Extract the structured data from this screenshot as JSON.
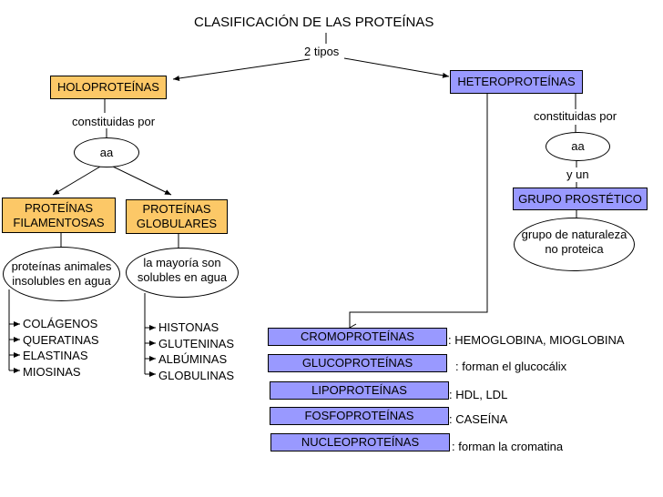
{
  "title": "CLASIFICACIÓN DE LAS PROTEÍNAS",
  "split_label": "2 tipos",
  "colors": {
    "holo": "#fcc867",
    "hetero": "#9999ff"
  },
  "holoproteinas": {
    "label": "HOLOPROTEÍNAS",
    "link_label": "constituidas por",
    "component": "aa",
    "types": [
      {
        "label_line1": "PROTEÍNAS",
        "label_line2": "FILAMENTOSAS",
        "desc_line1": "proteínas animales",
        "desc_line2": "insolubles en agua",
        "examples": [
          "COLÁGENOS",
          "QUERATINAS",
          "ELASTINAS",
          "MIOSINAS"
        ]
      },
      {
        "label_line1": "PROTEÍNAS",
        "label_line2": "GLOBULARES",
        "desc_line1": "la  mayoría son",
        "desc_line2": "solubles en agua",
        "examples": [
          "HISTONAS",
          "GLUTENINAS",
          "ALBÚMINAS",
          "GLOBULINAS"
        ]
      }
    ]
  },
  "heteroproteinas": {
    "label": "HETEROPROTEÍNAS",
    "link_label": "constituidas por",
    "component": "aa",
    "link_label2": "y un",
    "group": "GRUPO PROSTÉTICO",
    "group_desc_line1": "grupo de naturaleza",
    "group_desc_line2": "no proteica",
    "types": [
      {
        "label": "CROMOPROTEÍNAS",
        "desc": ": HEMOGLOBINA, MIOGLOBINA"
      },
      {
        "label": "GLUCOPROTEÍNAS",
        "desc": ": forman el glucocálix"
      },
      {
        "label": "LIPOPROTEÍNAS",
        "desc": ":  HDL, LDL"
      },
      {
        "label": "FOSFOPROTEÍNAS",
        "desc": ":  CASEÍNA"
      },
      {
        "label": "NUCLEOPROTEÍNAS",
        "desc": ":  forman la cromatina"
      }
    ]
  }
}
